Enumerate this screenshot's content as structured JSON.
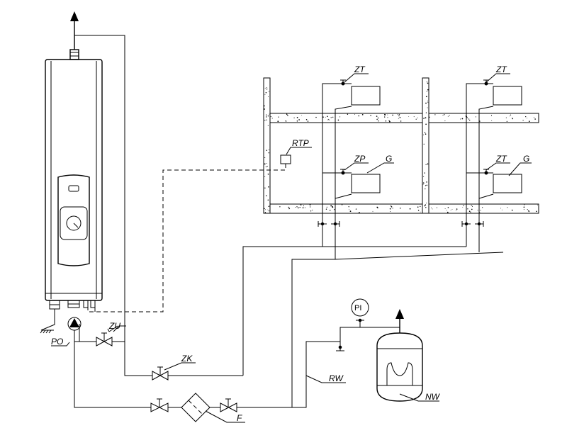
{
  "labels": {
    "zt_1": "ZT",
    "zt_2": "ZT",
    "zt_3": "ZT",
    "rtp": "RTP",
    "zp": "ZP",
    "g_1": "G",
    "g_2": "G",
    "pi": "PI",
    "zu": "ZU",
    "po": "PO",
    "zk": "ZK",
    "rw": "RW",
    "nw": "NW",
    "f": "F"
  }
}
